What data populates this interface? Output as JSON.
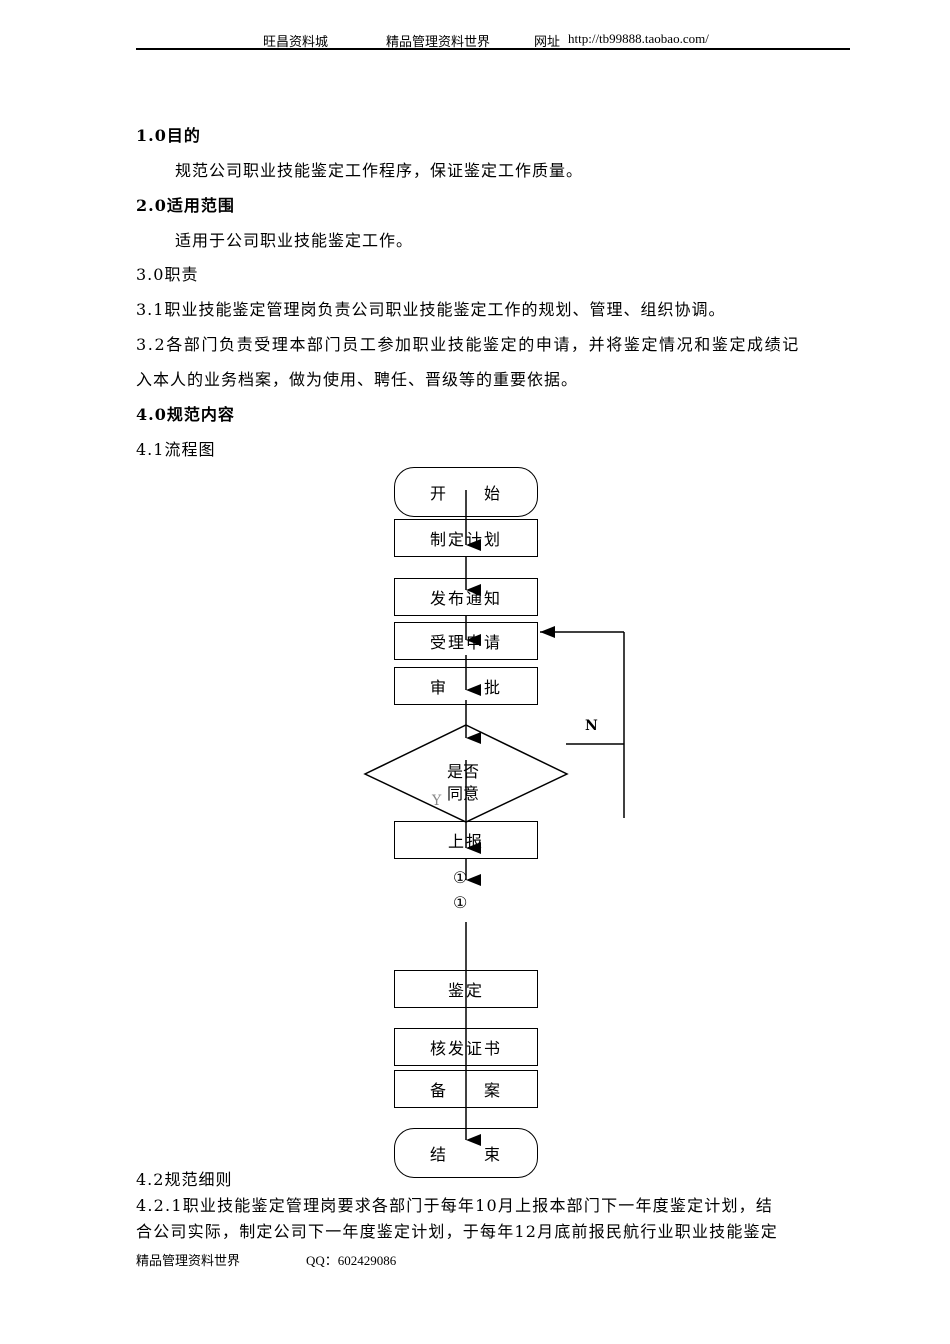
{
  "header": {
    "left": "旺昌资料城",
    "center": "精品管理资料世界",
    "url_label": "网址",
    "url": "http://tb99888.taobao.com/"
  },
  "body": [
    {
      "text": "1.0目的",
      "bold": true
    },
    {
      "text": "规范公司职业技能鉴定工作程序，保证鉴定工作质量。",
      "indent": true
    },
    {
      "text": "2.0适用范围",
      "bold": true
    },
    {
      "text": "适用于公司职业技能鉴定工作。",
      "indent": true
    },
    {
      "text": "3.0职责"
    },
    {
      "text": "3.1职业技能鉴定管理岗负责公司职业技能鉴定工作的规划、管理、组织协调。"
    },
    {
      "text": "3.2各部门负责受理本部门员工参加职业技能鉴定的申请，并将鉴定情况和鉴定成绩记"
    },
    {
      "text": "入本人的业务档案，做为使用、聘任、晋级等的重要依据。"
    },
    {
      "text": "4.0规范内容",
      "bold": true
    },
    {
      "text": "4.1流程图"
    }
  ],
  "flow": {
    "start": "开　　始",
    "plan": "制定计划",
    "notify": "发布通知",
    "accept": "受理申请",
    "approve": "审　　批",
    "decision_1": "是否",
    "decision_2": "同意",
    "no": "N",
    "yes": "Y",
    "report": "上报",
    "connector": "①",
    "connector2": "①",
    "appraise": "鉴定",
    "certify": "核发证书",
    "archive": "备　　案",
    "end": "结　　束"
  },
  "after": [
    {
      "text": "4.2规范细则"
    },
    {
      "text": "4.2.1职业技能鉴定管理岗要求各部门于每年10月上报本部门下一年度鉴定计划，结"
    },
    {
      "text": "合公司实际，制定公司下一年度鉴定计划，于每年12月底前报民航行业职业技能鉴定"
    }
  ],
  "footer": {
    "left": "精品管理资料世界",
    "qq": "QQ：602429086"
  }
}
